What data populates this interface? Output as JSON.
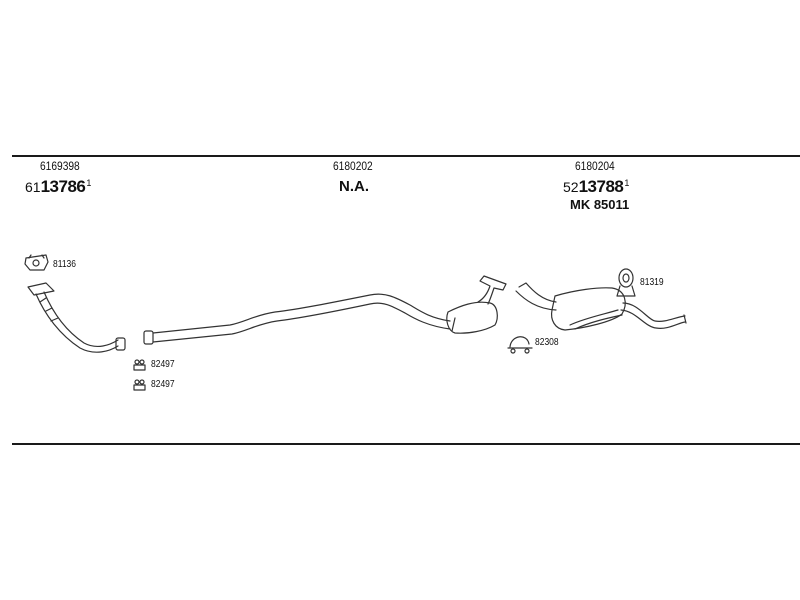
{
  "groups": {
    "left": {
      "ref": "6169398",
      "prefix": "61",
      "main": "13786",
      "sup": "1"
    },
    "middle": {
      "ref": "6180202",
      "status": "N.A."
    },
    "right": {
      "ref": "6180204",
      "prefix": "52",
      "main": "13788",
      "sup": "1",
      "mk": "MK  85011"
    }
  },
  "parts": {
    "gasket": "81136",
    "clamp_a": "82497",
    "clamp_b": "82497",
    "clamp_mid": "82308",
    "hanger": "81319"
  },
  "colors": {
    "line": "#1a1a1a",
    "pipe": "#333333"
  }
}
